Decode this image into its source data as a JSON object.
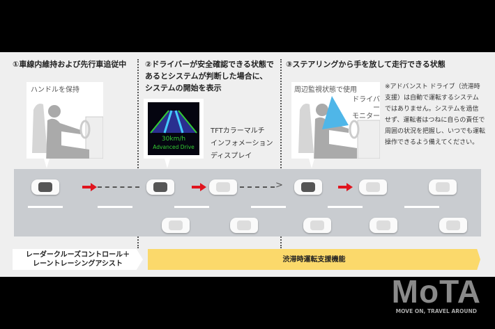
{
  "step1": {
    "title": "①車線内維持および先行車追従中",
    "caption": "ハンドルを保持"
  },
  "step2": {
    "title_lines": [
      "②ドライバーが安全確認できる状態で",
      "あるとシステムが判断した場合に、",
      "システムの開始を表示"
    ],
    "display_speed": "30km/h",
    "display_label": "Advanced Drive",
    "display_caption": [
      "TFTカラーマルチ",
      "インフォメーション",
      "ディスプレイ"
    ]
  },
  "step3": {
    "title": "③ステアリングから手を放して走行できる状態",
    "caption": "周辺監視状態で使用",
    "monitor_label": [
      "ドライバー",
      "モニター"
    ],
    "note": [
      "※アドバンスト ドライブ（渋滞時",
      "支援）は自動で運転するシステム",
      "ではありません。システムを過信",
      "せず、運転者はつねに自らの責任で",
      "周囲の状況を把握し、いつでも運転",
      "操作できるよう備えてください。"
    ]
  },
  "bands": {
    "left": [
      "レーダークルーズコントロール＋",
      "レーントレーシングアシスト"
    ],
    "right": "渋滞時運転支援機能"
  },
  "logo": {
    "name": "MoTA",
    "tagline": "MOVE ON, TRAVEL AROUND"
  },
  "colors": {
    "arrow": "#e0141e",
    "band": "#fbd96b",
    "road": "#c9ccd0",
    "monitor": "#4fb6e8"
  }
}
